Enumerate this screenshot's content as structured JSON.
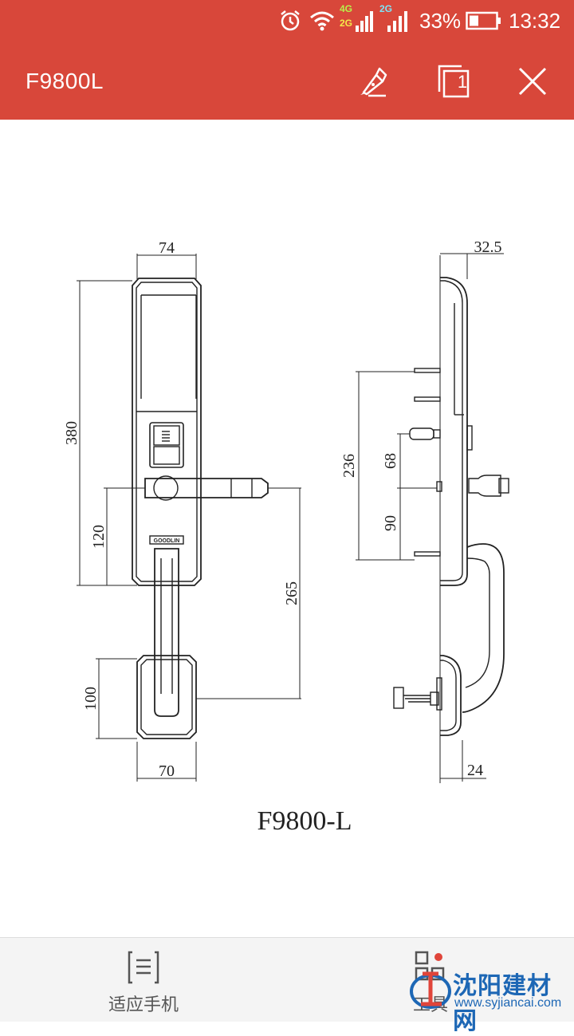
{
  "status_bar": {
    "network_top": "4G",
    "network_bottom": "2G",
    "network2": "2G",
    "battery_percent": "33%",
    "time": "13:32"
  },
  "toolbar": {
    "title": "F9800L",
    "page_badge": "1"
  },
  "drawing": {
    "dim_top_width": "74",
    "dim_height": "380",
    "dim_handle_offset": "120",
    "dim_lever_span": "265",
    "dim_base_height": "100",
    "dim_base_width": "70",
    "dim_side_top": "32.5",
    "dim_side_236": "236",
    "dim_side_68": "68",
    "dim_side_90": "90",
    "dim_side_bottom": "24",
    "brand_mark": "GOODLIN",
    "caption": "F9800-L"
  },
  "bottom_bar": {
    "fit_label": "适应手机",
    "tools_label": "工具"
  },
  "watermark": {
    "name": "沈阳建材网",
    "url": "www.syjiancai.com"
  },
  "colors": {
    "toolbar_bg": "#d8473a",
    "watermark_blue": "#1d67b5"
  }
}
